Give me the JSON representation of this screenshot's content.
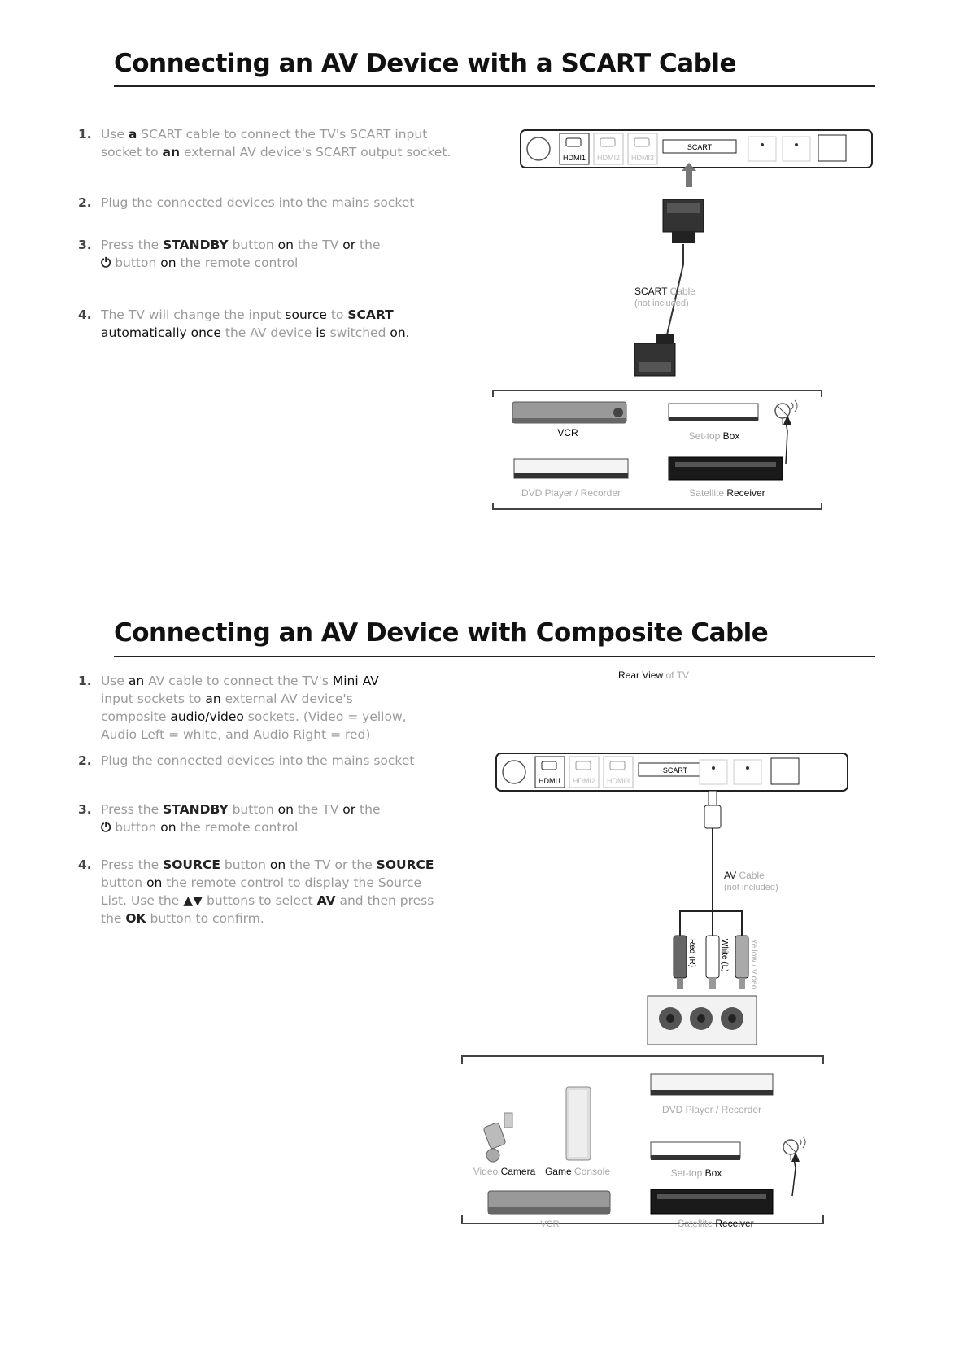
{
  "section1": {
    "title": "Connecting an AV Device with a SCART Cable",
    "steps": [
      {
        "num": "1.",
        "parts": [
          "Use ",
          "a",
          " SCART cable to connect the TV's SCART input socket to ",
          "an",
          " external AV device's SCART output socket."
        ]
      },
      {
        "num": "2.",
        "text": "Plug the connected devices into the mains socket"
      },
      {
        "num": "3.",
        "parts": [
          "Press the ",
          "STANDBY",
          " button ",
          "on",
          " the TV ",
          "or",
          " the ",
          "⏻",
          " button ",
          "on",
          " the remote control"
        ]
      },
      {
        "num": "4.",
        "parts": [
          "The TV will change the input ",
          "source",
          " to ",
          "SCART",
          " ",
          "automatically once",
          " the AV device ",
          "is",
          " switched ",
          "on."
        ]
      }
    ],
    "diagram": {
      "ports": [
        "HDMI1",
        "HDMI2",
        "HDMI3",
        "SCART"
      ],
      "cable_label": "SCART",
      "cable_label_rest": " Cable",
      "cable_note": "(not included)",
      "devices": {
        "vcr": "VCR",
        "settop_a": "Set-top ",
        "settop_b": "Box",
        "dvd": "DVD Player / Recorder",
        "sat_a": "Satellite ",
        "sat_b": "Receiver"
      }
    }
  },
  "section2": {
    "title": "Connecting an AV Device with Composite Cable",
    "steps": [
      {
        "num": "1.",
        "parts": [
          "Use ",
          "an",
          " AV cable to connect the TV's ",
          "Mini AV",
          " input sockets to ",
          "an",
          " external AV device's composite ",
          "audio/video",
          " sockets. (Video = yellow, Audio Left = white, and Audio Right = red)"
        ]
      },
      {
        "num": "2.",
        "text": "Plug the connected devices into the mains socket"
      },
      {
        "num": "3.",
        "parts": [
          "Press the ",
          "STANDBY",
          " button ",
          "on",
          " the TV ",
          "or",
          " the ",
          "⏻",
          " button ",
          "on",
          " the remote control"
        ]
      },
      {
        "num": "4.",
        "parts": [
          "Press the ",
          "SOURCE",
          " button ",
          "on",
          " the TV or the ",
          "SOURCE",
          " button ",
          "on",
          " the remote control to display the Source List. Use the ",
          "▲▼",
          " buttons to select ",
          "AV",
          " and then press the ",
          "OK",
          " button to confirm."
        ]
      }
    ],
    "diagram": {
      "rear_view_a": "Rear View",
      "rear_view_b": " of TV",
      "ports": [
        "HDMI1",
        "HDMI2",
        "HDMI3",
        "SCART"
      ],
      "cable_label": "AV",
      "cable_label_rest": " Cable",
      "cable_note": "(not included)",
      "plug_red": "Red (R)",
      "plug_white": "White (L)",
      "plug_yellow": "Yellow / Video",
      "devices": {
        "dvd": "DVD Player / Recorder",
        "camera_a": "Video ",
        "camera_b": "Camera",
        "console_a": "Game",
        "console_b": " Console",
        "settop_a": "Set-top ",
        "settop_b": "Box",
        "vcr": "VCR",
        "sat_a": "Satellite ",
        "sat_b": "Receiver"
      }
    }
  }
}
